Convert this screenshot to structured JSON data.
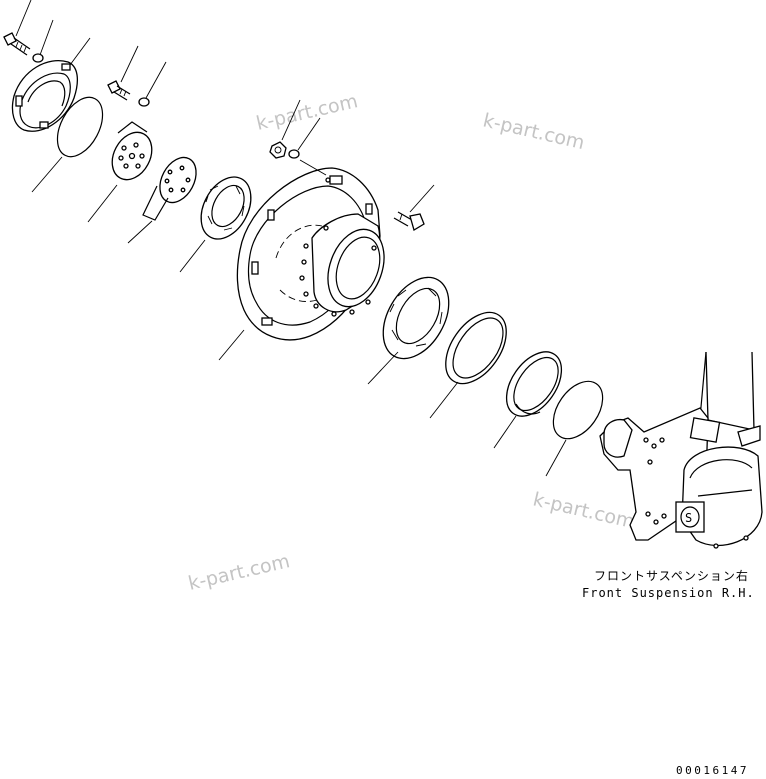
{
  "diagram": {
    "caption_jp": "フロントサスペンション右",
    "caption_en": "Front Suspension R.H.",
    "drawing_code": "00016147",
    "watermarks": [
      "k-part.com",
      "k-part.com",
      "k-part.com",
      "k-part.com"
    ]
  }
}
